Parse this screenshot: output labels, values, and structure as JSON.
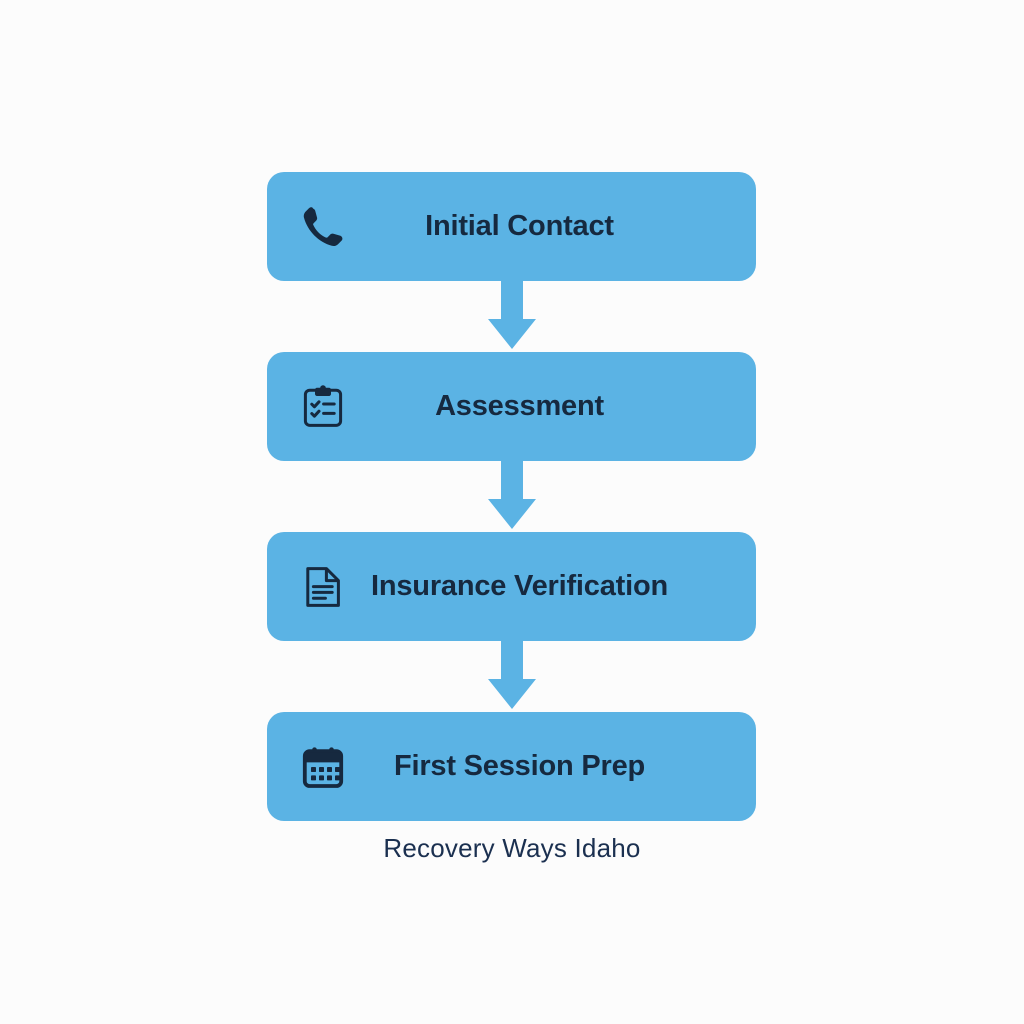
{
  "diagram": {
    "type": "vertical-flowchart",
    "background_color": "#fcfcfc",
    "box_color": "#5bb3e4",
    "text_color": "#16293f",
    "arrow_color": "#5bb3e4",
    "caption_color": "#1b3050",
    "caption": "Recovery Ways Idaho",
    "steps": [
      {
        "index": 1,
        "label": "Initial Contact",
        "icon": "phone-icon"
      },
      {
        "index": 2,
        "label": "Assessment",
        "icon": "clipboard-checklist-icon"
      },
      {
        "index": 3,
        "label": "Insurance Verification",
        "icon": "document-icon"
      },
      {
        "index": 4,
        "label": "First Session Prep",
        "icon": "calendar-icon"
      }
    ],
    "connectors": [
      {
        "from": 1,
        "to": 2,
        "icon": "arrow-down-icon"
      },
      {
        "from": 2,
        "to": 3,
        "icon": "arrow-down-icon"
      },
      {
        "from": 3,
        "to": 4,
        "icon": "arrow-down-icon"
      }
    ]
  }
}
